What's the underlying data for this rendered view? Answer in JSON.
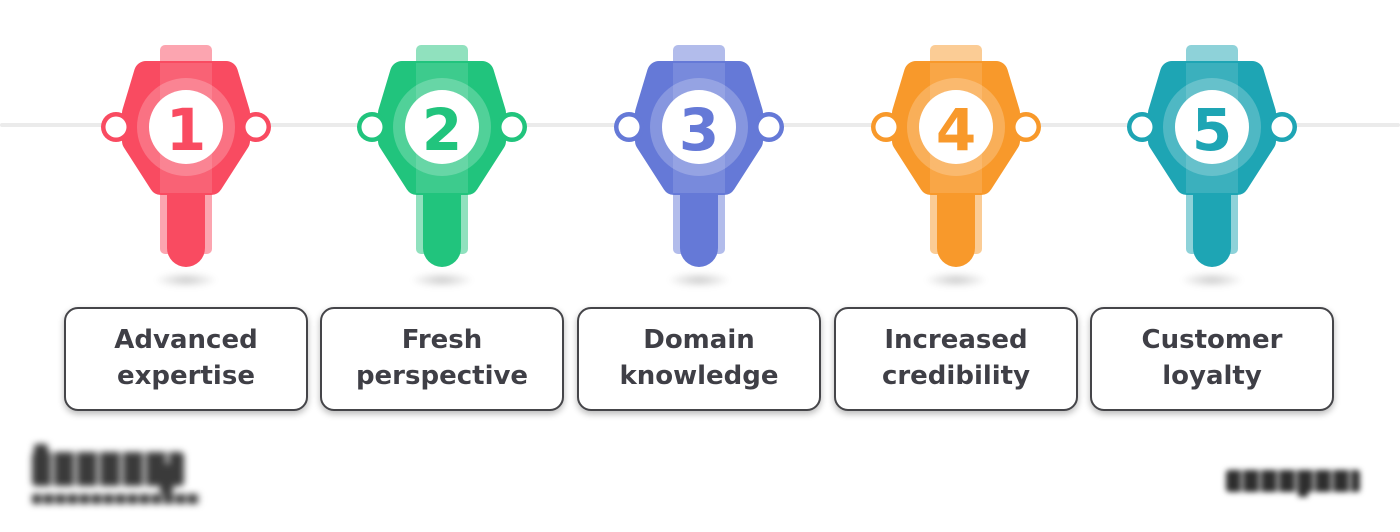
{
  "steps": [
    {
      "number": "1",
      "label": "Advanced expertise",
      "color": "#f94b61"
    },
    {
      "number": "2",
      "label": "Fresh perspective",
      "color": "#21c47d"
    },
    {
      "number": "3",
      "label": "Domain knowledge",
      "color": "#6579d7"
    },
    {
      "number": "4",
      "label": "Increased credibility",
      "color": "#f8992b"
    },
    {
      "number": "5",
      "label": "Customer loyalty",
      "color": "#1ea5b4"
    }
  ],
  "timeline": {
    "line_color": "#ebebeb",
    "connector_dot_color": "#ffffff"
  },
  "label_box": {
    "background": "#ffffff",
    "border_color": "#454549",
    "text_color": "#3f3f46"
  },
  "footer": {
    "left_logo": "blurred-logo-with-tagline",
    "right_logo": "blurred-wordmark"
  }
}
